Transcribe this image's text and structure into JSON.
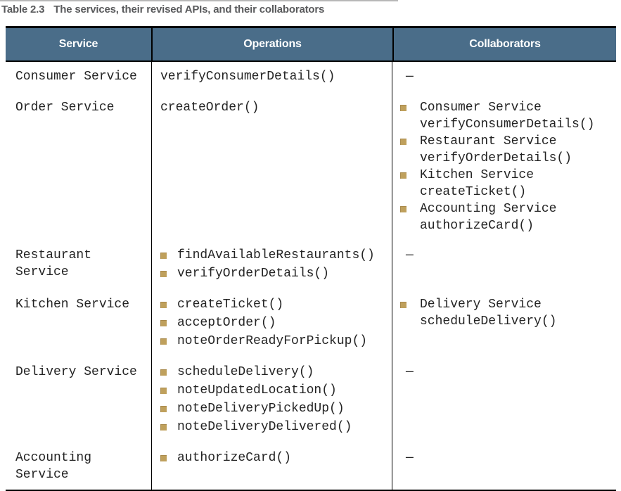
{
  "caption": {
    "label": "Table 2.3",
    "text": "The services, their revised APIs, and their collaborators"
  },
  "header": {
    "service": "Service",
    "operations": "Operations",
    "collaborators": "Collaborators"
  },
  "dash": "—",
  "colors": {
    "header_bg": "#4a6d89",
    "header_text": "#ffffff",
    "bullet": "#bfa05c",
    "caption_text": "#595a5c",
    "body_text": "#232323",
    "top_rule_gray": "#b7b7b7"
  },
  "rows": [
    {
      "service_lines": [
        "Consumer Service"
      ],
      "operations": [
        {
          "bulleted": false,
          "text": "verifyConsumerDetails()"
        }
      ],
      "collaborators": []
    },
    {
      "service_lines": [
        "Order Service"
      ],
      "operations": [
        {
          "bulleted": false,
          "text": "createOrder()"
        }
      ],
      "collaborators": [
        {
          "service": "Consumer Service",
          "operation": "verifyConsumerDetails()"
        },
        {
          "service": "Restaurant Service",
          "operation": "verifyOrderDetails()"
        },
        {
          "service": "Kitchen Service",
          "operation": "createTicket()"
        },
        {
          "service": "Accounting Service",
          "operation": "authorizeCard()"
        }
      ]
    },
    {
      "service_lines": [
        "Restaurant",
        "Service"
      ],
      "operations": [
        {
          "bulleted": true,
          "text": "findAvailableRestaurants()"
        },
        {
          "bulleted": true,
          "text": "verifyOrderDetails()"
        }
      ],
      "collaborators": []
    },
    {
      "service_lines": [
        "Kitchen Service"
      ],
      "operations": [
        {
          "bulleted": true,
          "text": "createTicket()"
        },
        {
          "bulleted": true,
          "text": "acceptOrder()"
        },
        {
          "bulleted": true,
          "text": "noteOrderReadyForPickup()"
        }
      ],
      "collaborators": [
        {
          "service": "Delivery Service",
          "operation": "scheduleDelivery()"
        }
      ]
    },
    {
      "service_lines": [
        "Delivery Service"
      ],
      "operations": [
        {
          "bulleted": true,
          "text": "scheduleDelivery()"
        },
        {
          "bulleted": true,
          "text": "noteUpdatedLocation()"
        },
        {
          "bulleted": true,
          "text": "noteDeliveryPickedUp()"
        },
        {
          "bulleted": true,
          "text": "noteDeliveryDelivered()"
        }
      ],
      "collaborators": []
    },
    {
      "service_lines": [
        "Accounting",
        "Service"
      ],
      "operations": [
        {
          "bulleted": true,
          "text": "authorizeCard()"
        }
      ],
      "collaborators": []
    }
  ]
}
